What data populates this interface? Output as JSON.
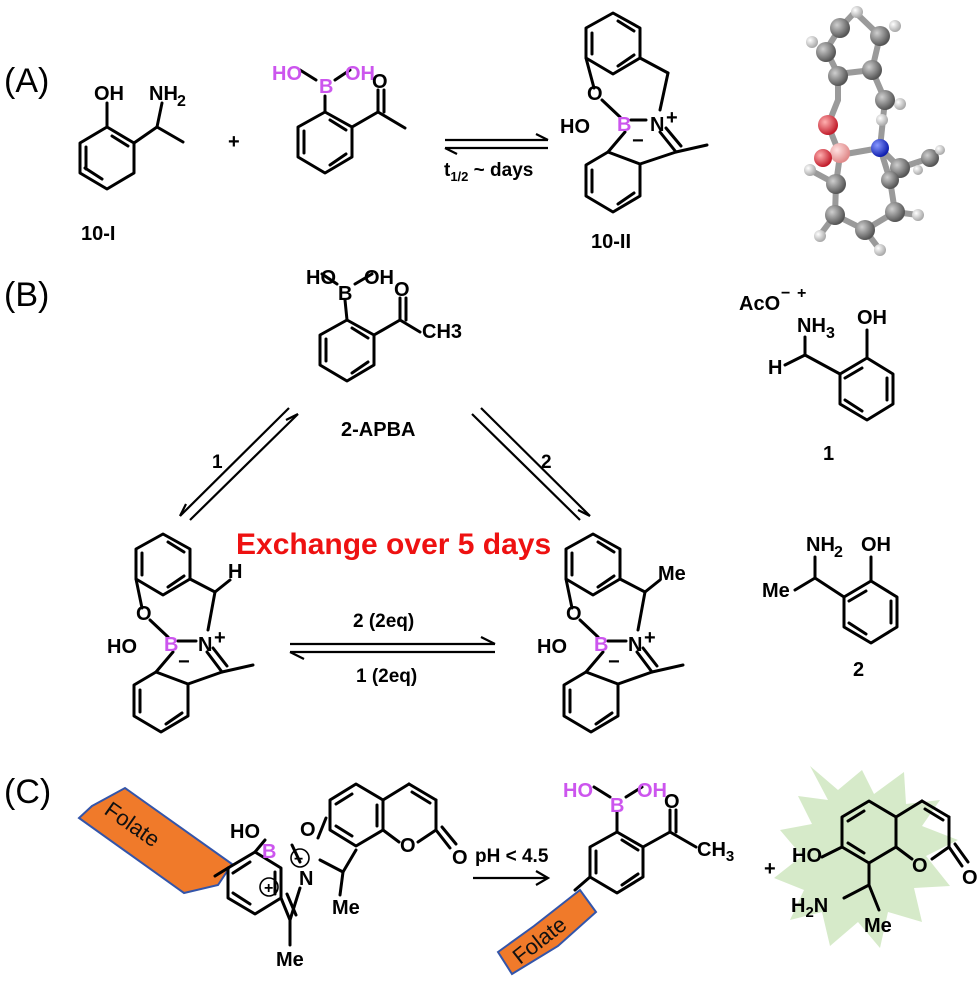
{
  "panels": {
    "a": "(A)",
    "b": "(B)",
    "c": "(C)"
  },
  "atoms": {
    "oh": "OH",
    "ho": "HO",
    "nh2": "NH",
    "nh2_sub": "2",
    "b": "B",
    "o": "O",
    "n": "N",
    "plus": "+",
    "minus": "−",
    "h": "H",
    "me": "Me",
    "ch3": "CH3",
    "ch": "CH",
    "ch_sub": "3",
    "aco": "AcO",
    "nh3": "NH",
    "nh3_sub": "3",
    "h2n": "H",
    "h2n_mid": "2",
    "h2n_end": "N",
    "circle_plus": "+",
    "circle_minus": "−"
  },
  "labels": {
    "cmpd_10_I": "10-I",
    "cmpd_10_II": "10-II",
    "apba": "2-APBA",
    "cmpd_1": "1",
    "cmpd_2": "2",
    "arrow_1": "1",
    "arrow_2": "2",
    "half_life_t": "t",
    "half_life_sub": "1/2",
    "half_life_rest": " ~ days",
    "exchange": "Exchange over 5 days",
    "fwd_reagent": "2 (2eq)",
    "rev_reagent": "1 (2eq)",
    "ph": "pH < 4.5",
    "folate": "Folate"
  },
  "colors": {
    "boron": "#cc55ee",
    "exchange_text": "#ee1111",
    "folate_fill": "#f07a2a",
    "folate_border": "#3355aa",
    "fluorescence_glow": "#cfe6c0",
    "model_carbon": "#777777",
    "model_hydrogen": "#d4d4d4",
    "model_oxygen": "#e8434f",
    "model_nitrogen": "#2233dd",
    "model_boron": "#f2aaaa"
  }
}
